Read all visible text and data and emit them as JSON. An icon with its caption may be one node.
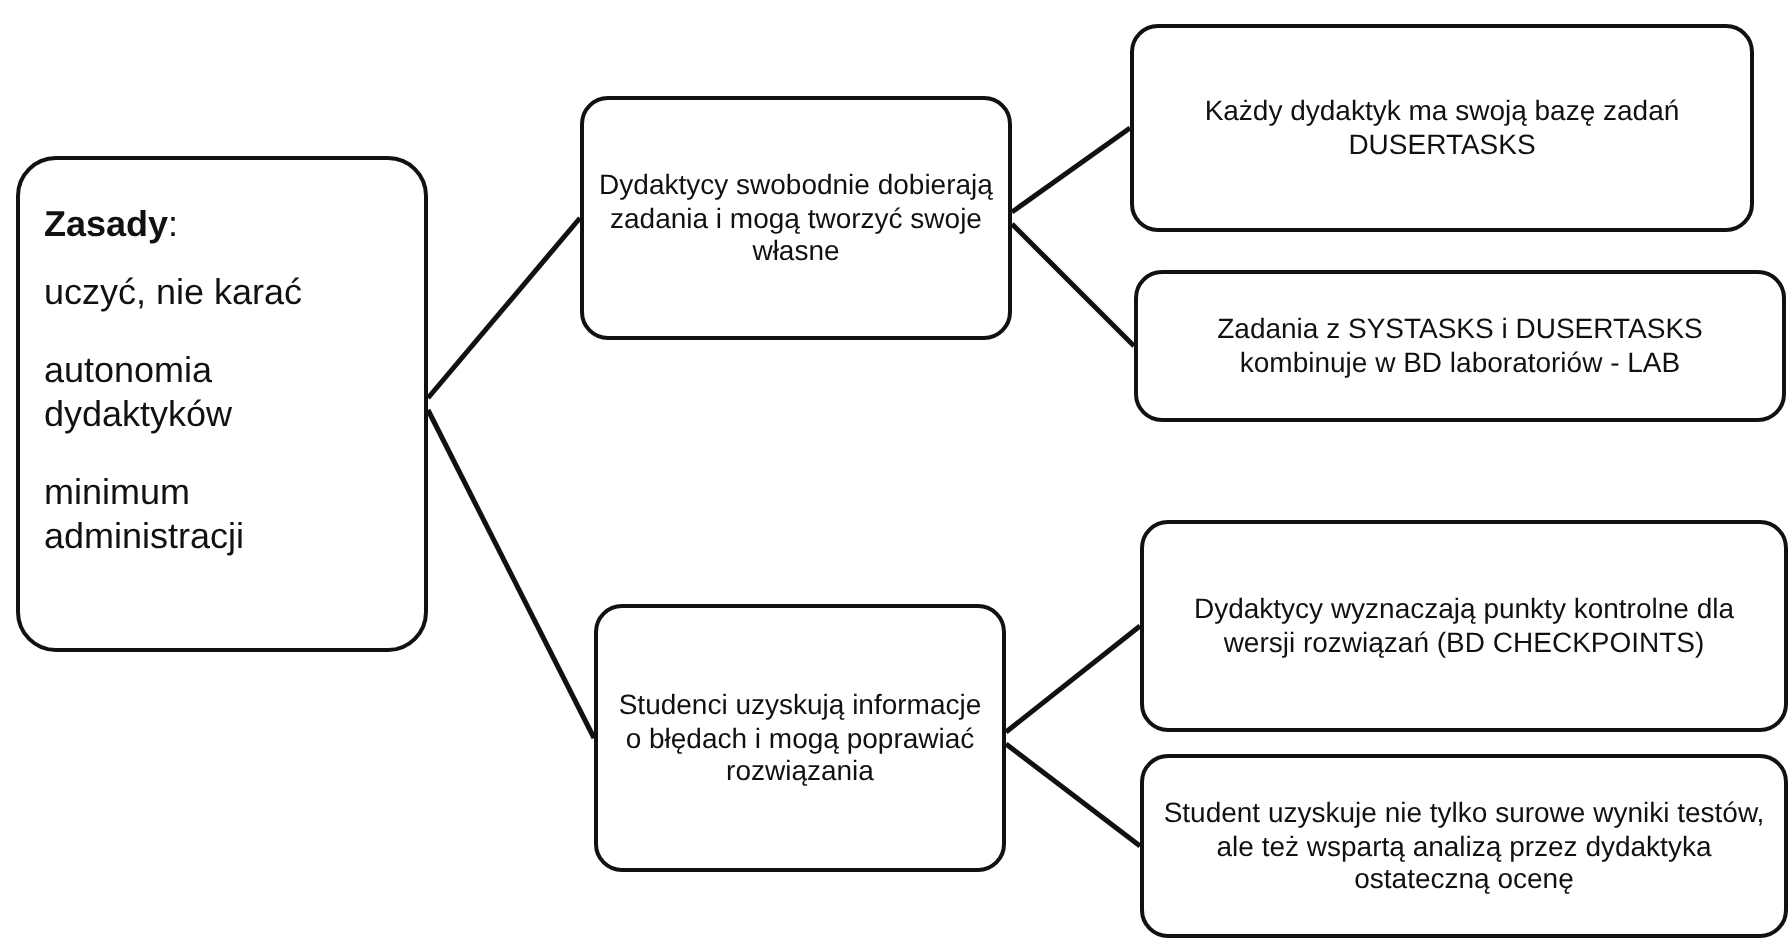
{
  "diagram": {
    "nodes": [
      {
        "text": [
          "**Zasady**:",
          "uczyć, nie karać",
          "autonomia dydaktyków",
          "minimum administracji"
        ]
      },
      {
        "text": [
          "Dydaktycy swobodnie dobierają zadania i mogą tworzyć swoje własne"
        ]
      },
      {
        "text": [
          "Każdy dydaktyk ma swoją bazę zadań DUSERTASKS"
        ]
      },
      {
        "text": [
          "Zadania z SYSTASKS i DUSERTASKS kombinuje w BD laboratoriów - LAB"
        ]
      },
      {
        "text": [
          "Studenci uzyskują informacje o błędach i mogą poprawiać rozwiązania"
        ]
      },
      {
        "text": [
          "Dydaktycy wyznaczają punkty kontrolne dla wersji rozwiązań (BD CHECKPOINTS)"
        ]
      },
      {
        "text": [
          "Student uzyskuje nie tylko surowe wyniki testów, ale też wspartą analizą przez dydaktyka ostateczną ocenę"
        ]
      }
    ],
    "edges": [
      {
        "from": 0,
        "to": 1,
        "arrow": "none"
      },
      {
        "from": 0,
        "to": 4,
        "arrow": "none"
      },
      {
        "from": 1,
        "to": 2,
        "arrow": "none"
      },
      {
        "from": 1,
        "to": 3,
        "arrow": "none"
      },
      {
        "from": 4,
        "to": 5,
        "arrow": "none"
      },
      {
        "from": 4,
        "to": 6,
        "arrow": "none"
      }
    ]
  }
}
